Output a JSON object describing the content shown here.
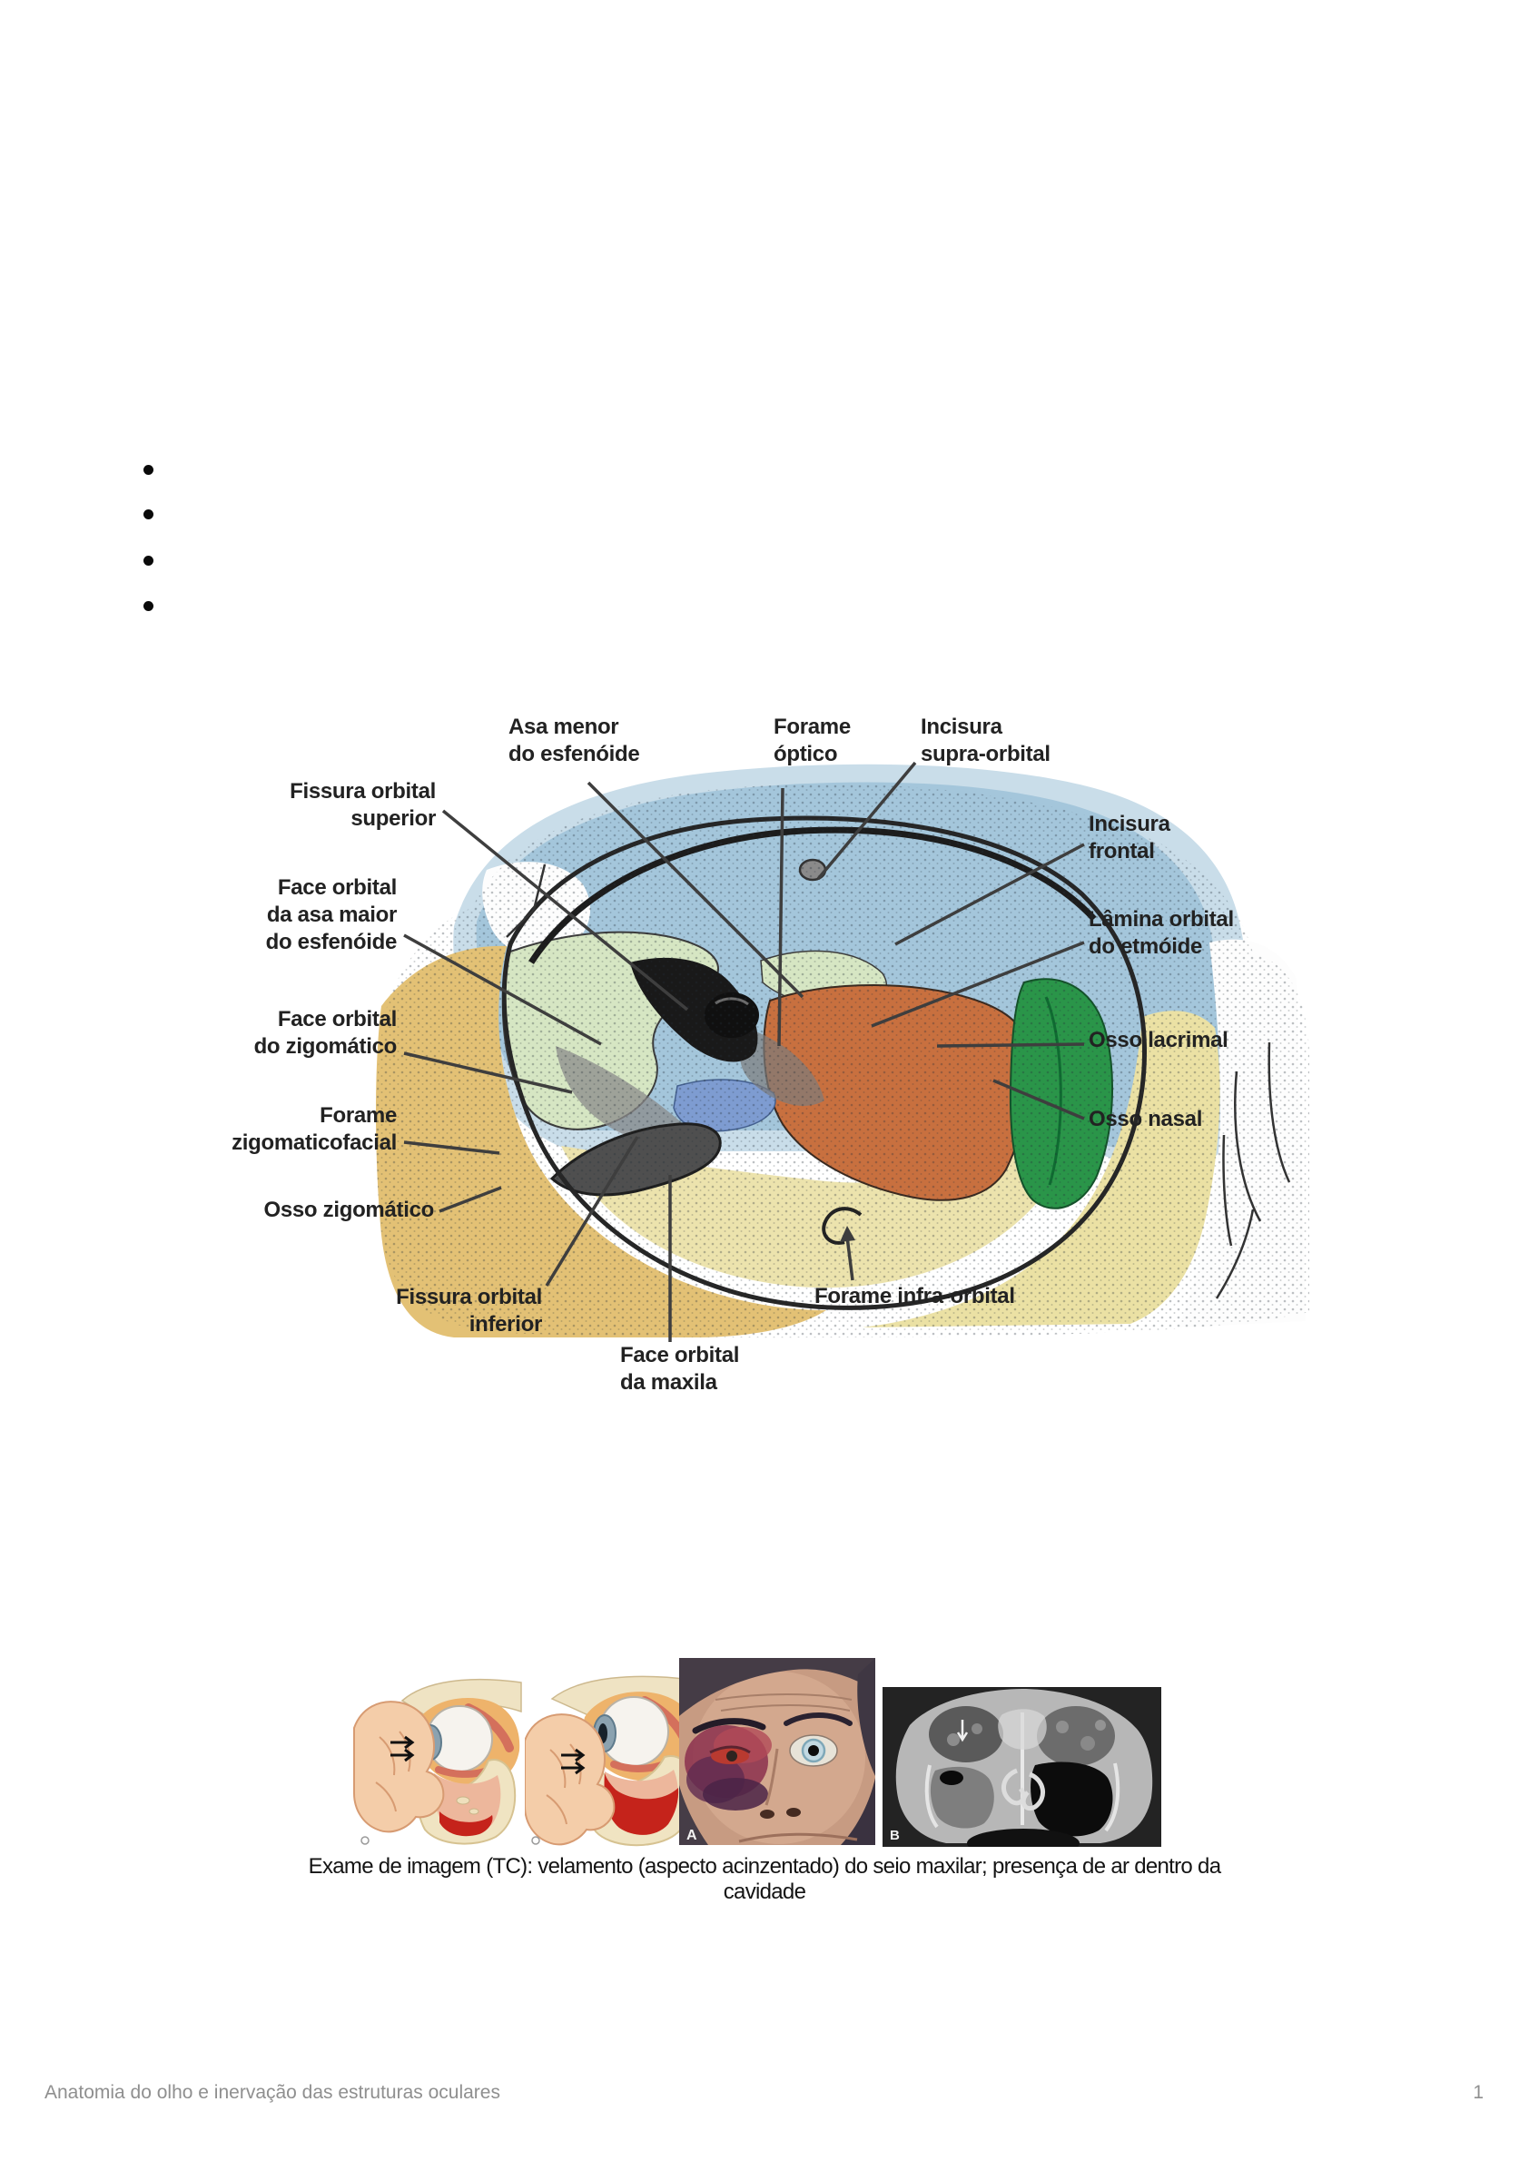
{
  "bullets": {
    "count": 4
  },
  "diagram": {
    "labels": [
      {
        "id": "asa-menor-do-esfenoide",
        "lines": [
          "Asa menor",
          "do esfenóide"
        ]
      },
      {
        "id": "forame-optico",
        "lines": [
          "Forame",
          "óptico"
        ]
      },
      {
        "id": "incisura-supra-orbital",
        "lines": [
          "Incisura",
          "supra-orbital"
        ]
      },
      {
        "id": "fissura-orbital-superior",
        "lines": [
          "Fissura orbital",
          "superior"
        ]
      },
      {
        "id": "incisura-frontal",
        "lines": [
          "Incisura",
          "frontal"
        ]
      },
      {
        "id": "face-orbital-asa-maior",
        "lines": [
          "Face orbital",
          "da asa maior",
          "do esfenóide"
        ]
      },
      {
        "id": "lamina-orbital-do-etmoide",
        "lines": [
          "Lâmina orbital",
          "do etmóide"
        ]
      },
      {
        "id": "face-orbital-do-zigomatico",
        "lines": [
          "Face orbital",
          "do zigomático"
        ]
      },
      {
        "id": "osso-lacrimal",
        "lines": [
          "Osso lacrimal"
        ]
      },
      {
        "id": "forame-zigomaticofacial",
        "lines": [
          "Forame",
          "zigomaticofacial"
        ]
      },
      {
        "id": "osso-nasal",
        "lines": [
          "Osso nasal"
        ]
      },
      {
        "id": "osso-zigomatico",
        "lines": [
          "Osso zigomático"
        ]
      },
      {
        "id": "fissura-orbital-inferior",
        "lines": [
          "Fissura orbital",
          "inferior"
        ]
      },
      {
        "id": "forame-infra-orbital",
        "lines": [
          "Forame infra-orbital"
        ]
      },
      {
        "id": "face-orbital-da-maxila",
        "lines": [
          "Face orbital",
          "da maxila"
        ]
      }
    ],
    "colors": {
      "frontal_blue": "#a4c6db",
      "halo_blue": "#c9dde9",
      "zygomatic_tan": "#e3c175",
      "maxilla_yellow": "#ebe1a4",
      "sphenoid_green": "#d6e6c3",
      "ethmoid_orange": "#c8703f",
      "lacrimal_green": "#2a9549",
      "palatine_blue": "#7e9cd1",
      "fissure_black": "#191919"
    }
  },
  "figures": {
    "photo_label": "A",
    "ct_label": "B",
    "caption": "Exame de imagem (TC): velamento (aspecto acinzentado) do seio maxilar; presença de ar dentro da cavidade",
    "colors": {
      "blood_red": "#c5231b",
      "skin": "#f4cda9",
      "bruise_purple": "#8d3350",
      "ct_background": "#232323"
    }
  },
  "footer": {
    "left_text": "Anatomia do olho e inervação das estruturas oculares",
    "page_number": "1"
  }
}
